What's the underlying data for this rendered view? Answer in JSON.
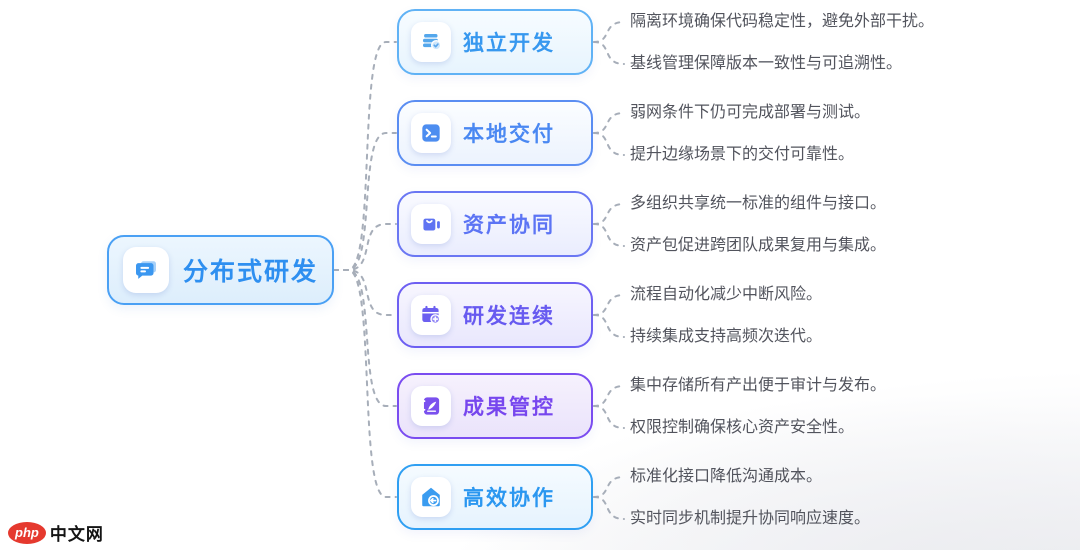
{
  "root": {
    "title": "分布式研发",
    "icon": "chat-bubbles-icon",
    "colors": {
      "border": "#4aa0f4",
      "text": "#2e8ff0",
      "bg1": "#ecf6fe",
      "bg2": "#ddeefc",
      "glyph": "#3b97f0"
    }
  },
  "branches": [
    {
      "title": "独立开发",
      "icon": "server-stack-check-icon",
      "colors": {
        "border": "#60b2f5",
        "text": "#3798ef",
        "bg1": "#f7fcff",
        "bg2": "#e7f4fe",
        "glyph": "#54a7ec"
      },
      "leaves": [
        "隔离环境确保代码稳定性，避免外部干扰。",
        "基线管理保障版本一致性与可追溯性。"
      ]
    },
    {
      "title": "本地交付",
      "icon": "terminal-icon",
      "colors": {
        "border": "#5a8df2",
        "text": "#4a88f2",
        "bg1": "#fbfdff",
        "bg2": "#ecf3fe",
        "glyph": "#4d8df0"
      },
      "leaves": [
        "弱网条件下仍可完成部署与测试。",
        "提升边缘场景下的交付可靠性。"
      ]
    },
    {
      "title": "资产协同",
      "icon": "shopping-bag-icon",
      "colors": {
        "border": "#6a77f3",
        "text": "#5c74f4",
        "bg1": "#f9faff",
        "bg2": "#eaedfe",
        "glyph": "#5f73f2"
      },
      "leaves": [
        "多组织共享统一标准的组件与接口。",
        "资产包促进跨团队成果复用与集成。"
      ]
    },
    {
      "title": "研发连续",
      "icon": "calendar-plus-icon",
      "colors": {
        "border": "#6d5ff2",
        "text": "#675af0",
        "bg1": "#f7f6fe",
        "bg2": "#e9e7fd",
        "glyph": "#6c5ff0"
      },
      "leaves": [
        "流程自动化减少中断风险。",
        "持续集成支持高频次迭代。"
      ]
    },
    {
      "title": "成果管控",
      "icon": "notebook-pen-icon",
      "colors": {
        "border": "#7a4cf0",
        "text": "#7747ee",
        "bg1": "#f6f1fd",
        "bg2": "#eae3fb",
        "glyph": "#7a50ee"
      },
      "leaves": [
        "集中存储所有产出便于审计与发布。",
        "权限控制确保核心资产安全性。"
      ]
    },
    {
      "title": "高效协作",
      "icon": "home-arrow-icon",
      "colors": {
        "border": "#2f9ff2",
        "text": "#2b97f0",
        "bg1": "#f5fbff",
        "bg2": "#e6f3fe",
        "glyph": "#3a9cf0"
      },
      "leaves": [
        "标准化接口降低沟通成本。",
        "实时同步机制提升协同响应速度。"
      ]
    }
  ],
  "connector_color": "#a7aeb9",
  "watermark": {
    "badge": "php",
    "text": "中文网",
    "badge_color": "#e5392e"
  }
}
